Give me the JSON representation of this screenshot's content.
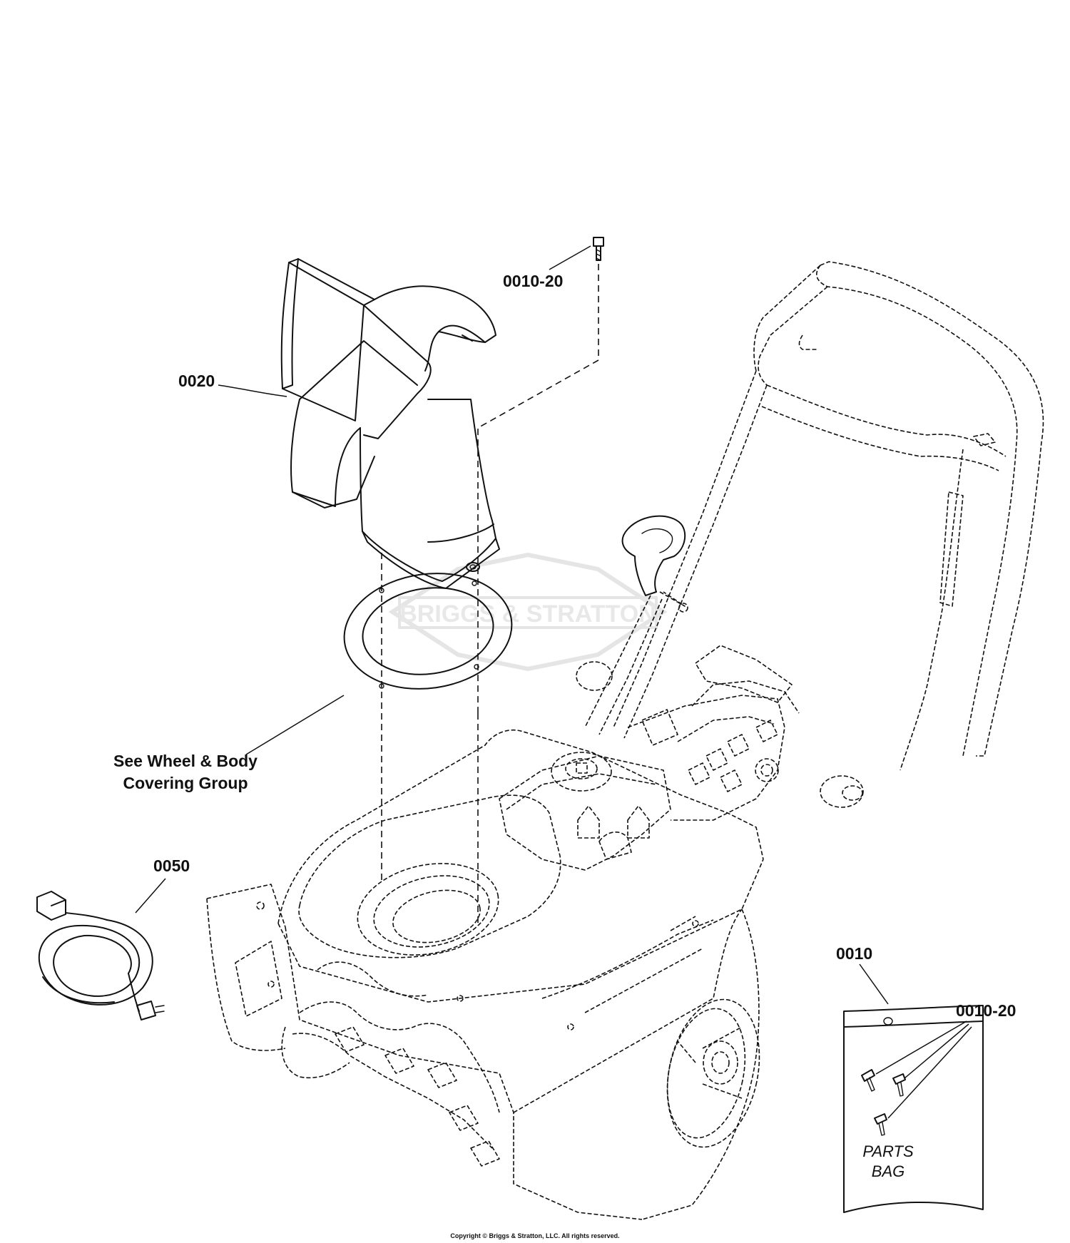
{
  "diagram": {
    "watermark": "BRIGGS & STRATTON",
    "callouts": {
      "screw_top": "0010-20",
      "chute": "0020",
      "group_ref_line1": "See Wheel & Body",
      "group_ref_line2": "Covering Group",
      "cord": "0050",
      "parts_bag": "0010",
      "screw_bag": "0010-20"
    },
    "parts_bag": {
      "line1": "PARTS",
      "line2": "BAG"
    },
    "copyright": "Copyright © Briggs & Stratton, LLC. All rights reserved."
  }
}
